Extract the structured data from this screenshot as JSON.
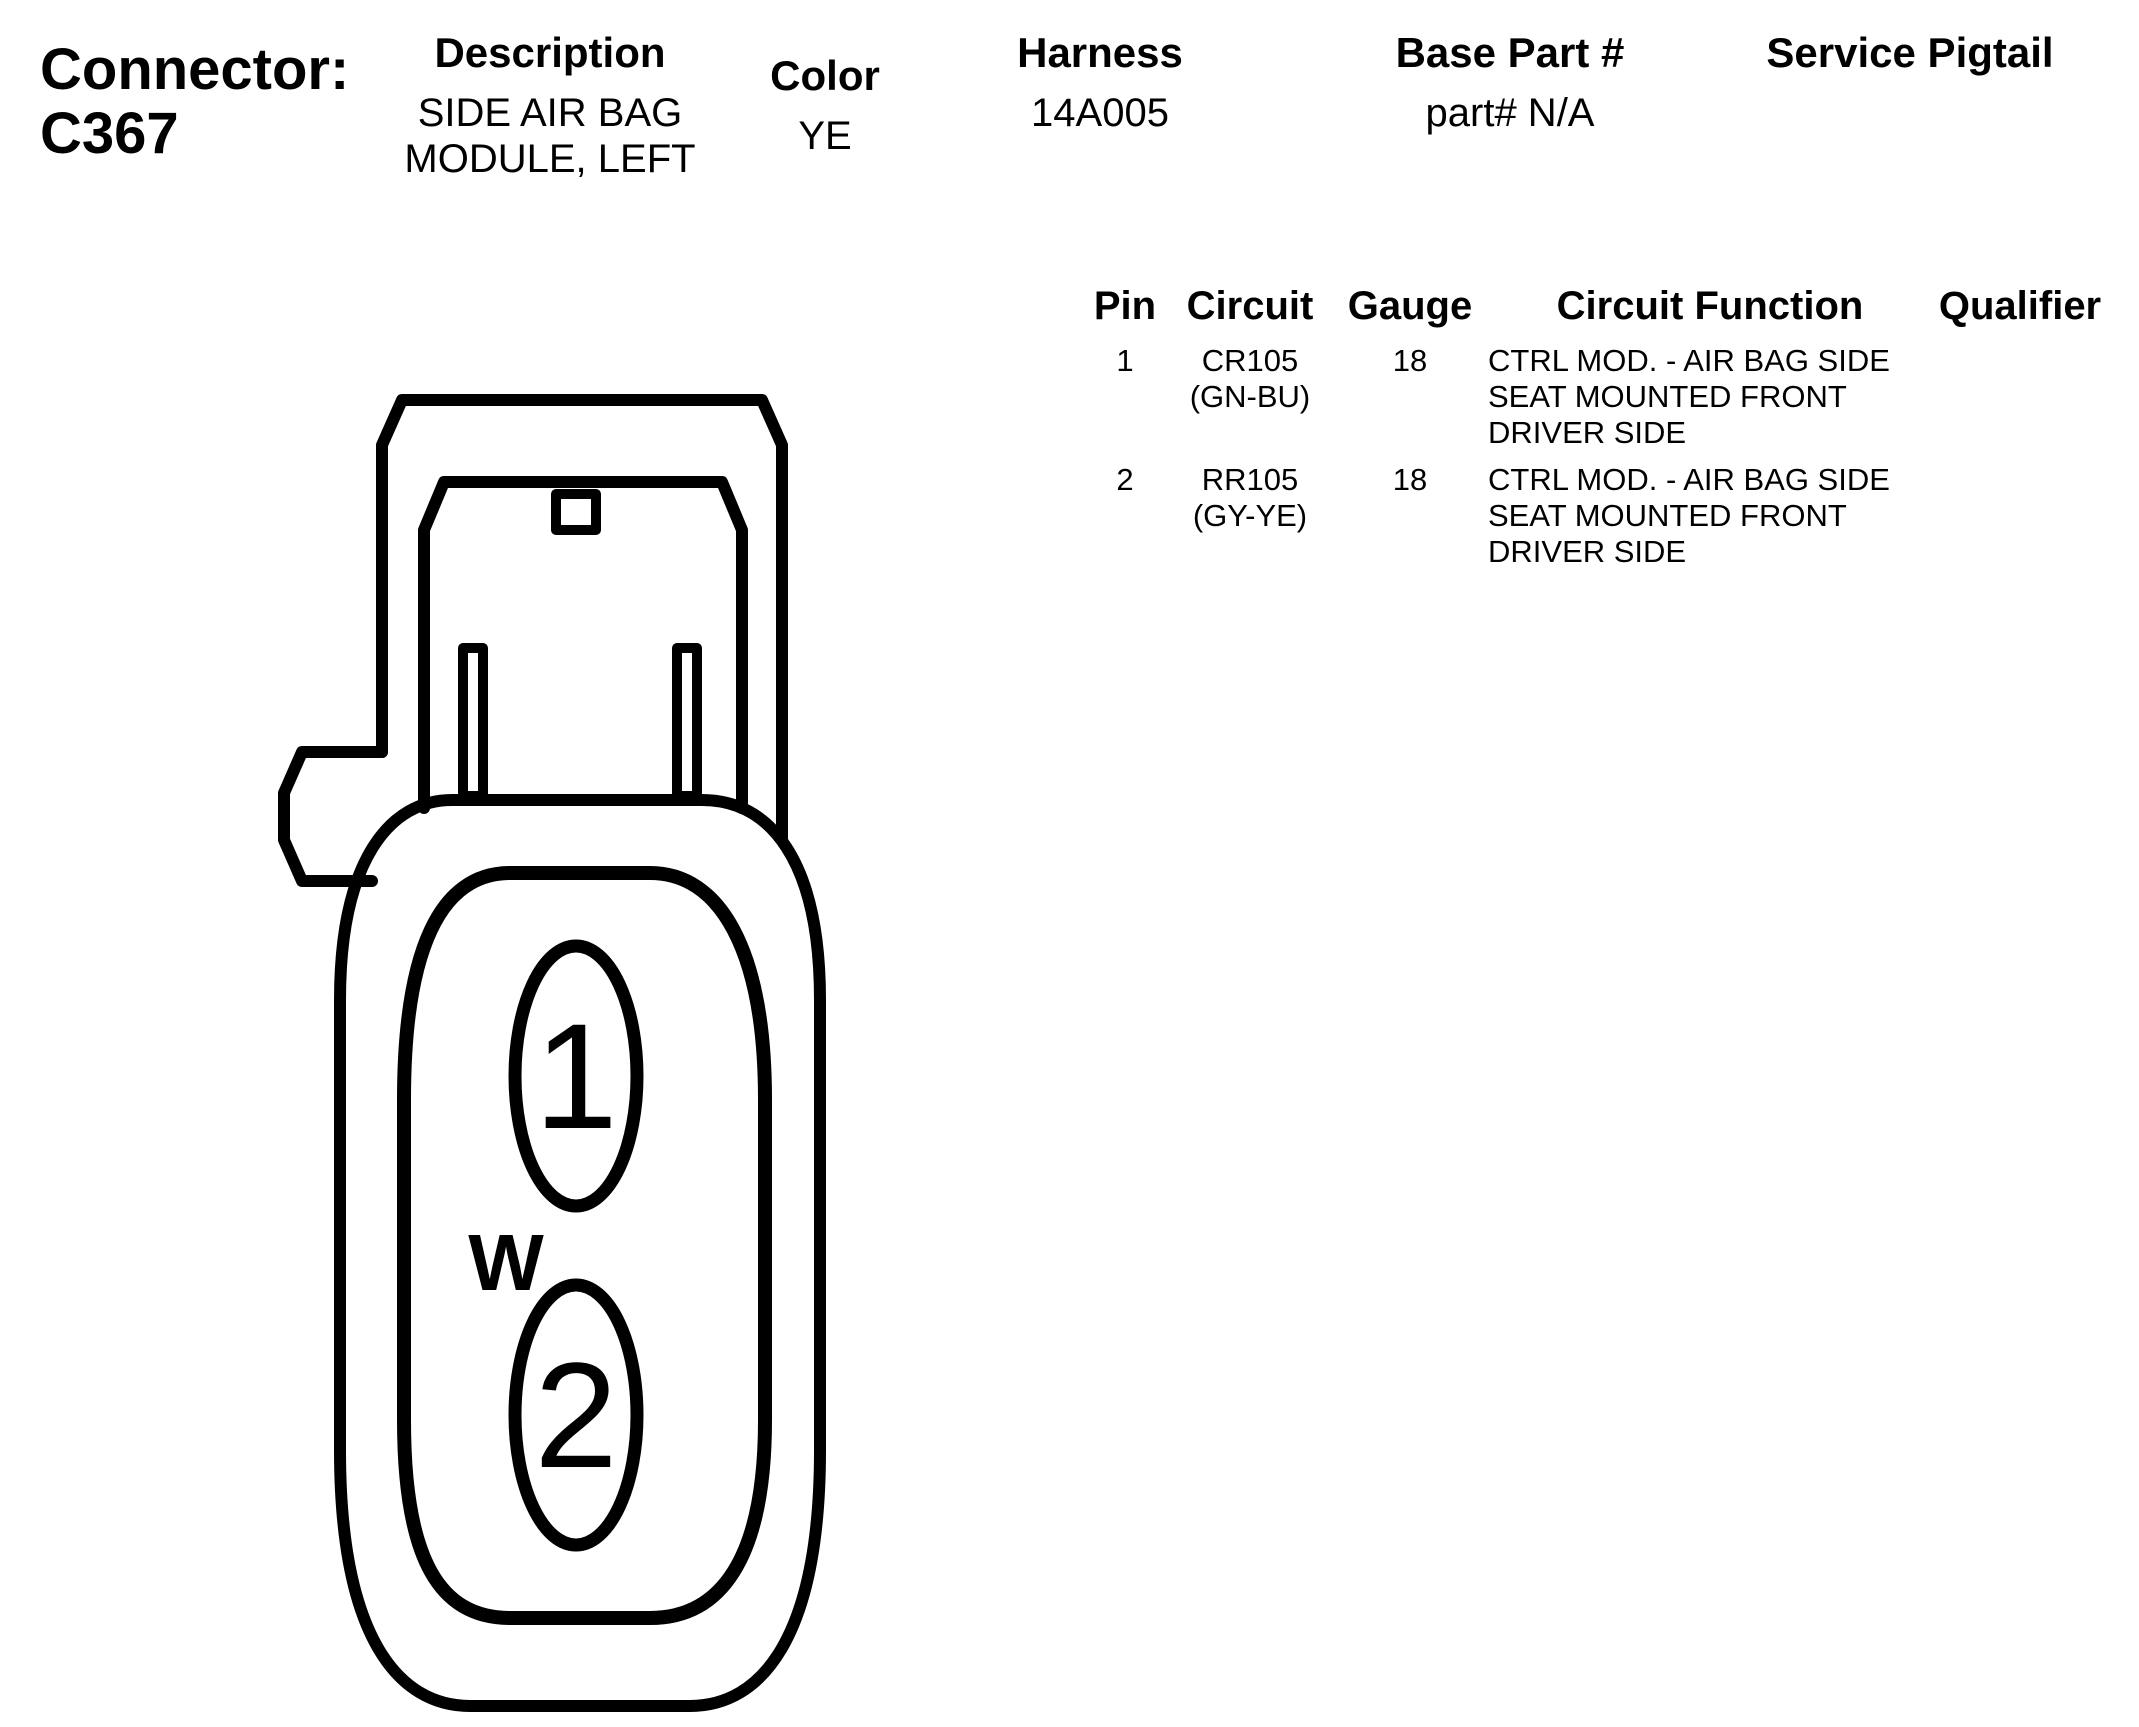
{
  "connector": {
    "label_line1": "Connector:",
    "label_line2": "C367"
  },
  "header": {
    "description_title": "Description",
    "description_line1": "SIDE AIR BAG",
    "description_line2": "MODULE, LEFT",
    "color_title": "Color",
    "color_value": "YE",
    "harness_title": "Harness",
    "harness_value": "14A005",
    "base_part_title": "Base Part #",
    "base_part_value": "part# N/A",
    "service_pigtail_title": "Service Pigtail"
  },
  "pin_table": {
    "headers": {
      "pin": "Pin",
      "circuit": "Circuit",
      "gauge": "Gauge",
      "function": "Circuit Function",
      "qualifier": "Qualifier"
    },
    "rows": [
      {
        "pin": "1",
        "circuit_line1": "CR105",
        "circuit_line2": "(GN-BU)",
        "gauge": "18",
        "function_line1": "CTRL MOD. - AIR BAG SIDE",
        "function_line2": "SEAT MOUNTED FRONT",
        "function_line3": "DRIVER SIDE",
        "qualifier": ""
      },
      {
        "pin": "2",
        "circuit_line1": "RR105",
        "circuit_line2": "(GY-YE)",
        "gauge": "18",
        "function_line1": "CTRL MOD. - AIR BAG SIDE",
        "function_line2": "SEAT MOUNTED FRONT",
        "function_line3": "DRIVER SIDE",
        "qualifier": ""
      }
    ]
  },
  "diagram": {
    "pin1_label": "1",
    "pin2_label": "2",
    "key_mark": "W"
  }
}
